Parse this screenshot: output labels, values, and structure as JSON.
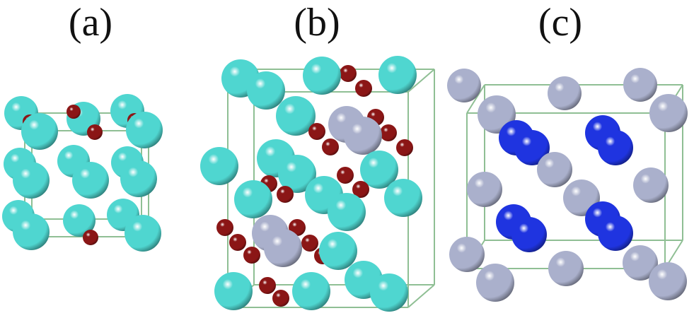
{
  "panels": [
    {
      "label": "(a)",
      "atom_colors": [
        "#4fd6d0",
        "#8b1616"
      ]
    },
    {
      "label": "(b)",
      "atom_colors": [
        "#4fd6d0",
        "#8b1616",
        "#aab0cc"
      ]
    },
    {
      "label": "(c)",
      "atom_colors": [
        "#aab0cc",
        "#1f34e0"
      ]
    }
  ],
  "colors": {
    "cyan_atom": "#4fd6d0",
    "red_atom": "#8b1616",
    "lavender_atom": "#aab0cc",
    "blue_atom": "#1f34e0",
    "cell_edge": "#8fbf94"
  }
}
